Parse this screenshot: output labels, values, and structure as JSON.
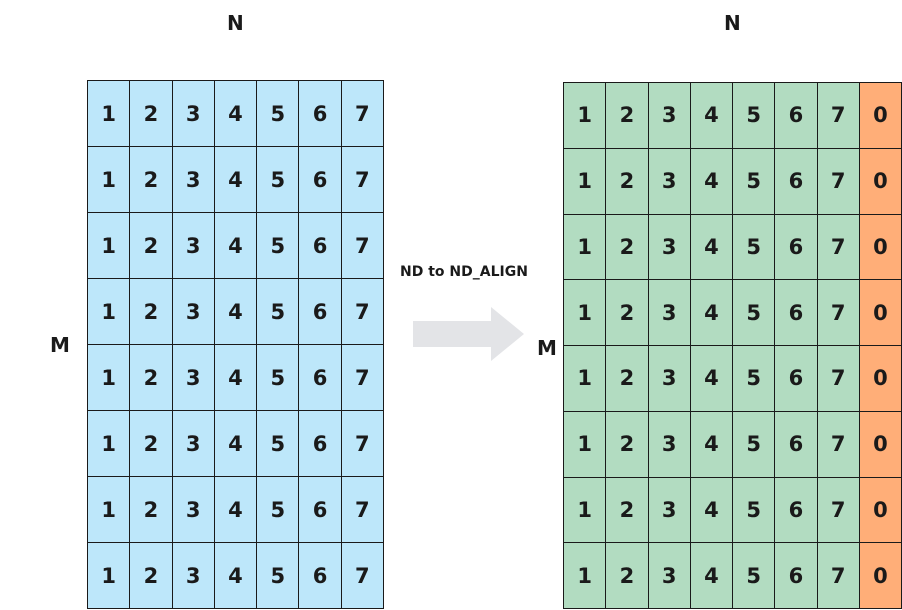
{
  "source_matrix": {
    "row_axis_label": "M",
    "col_axis_label": "N",
    "rows": 8,
    "values": [
      "1",
      "2",
      "3",
      "4",
      "5",
      "6",
      "7"
    ],
    "fill_color": "#bde7fa"
  },
  "transform": {
    "label": "ND to ND_ALIGN"
  },
  "aligned_matrix": {
    "row_axis_label": "M",
    "col_axis_label": "N",
    "rows": 8,
    "values": [
      "1",
      "2",
      "3",
      "4",
      "5",
      "6",
      "7",
      "0"
    ],
    "fill_color": "#b2dcc1",
    "pad_fill_color": "#ffae78",
    "arrow_color": "#e3e4e7"
  }
}
